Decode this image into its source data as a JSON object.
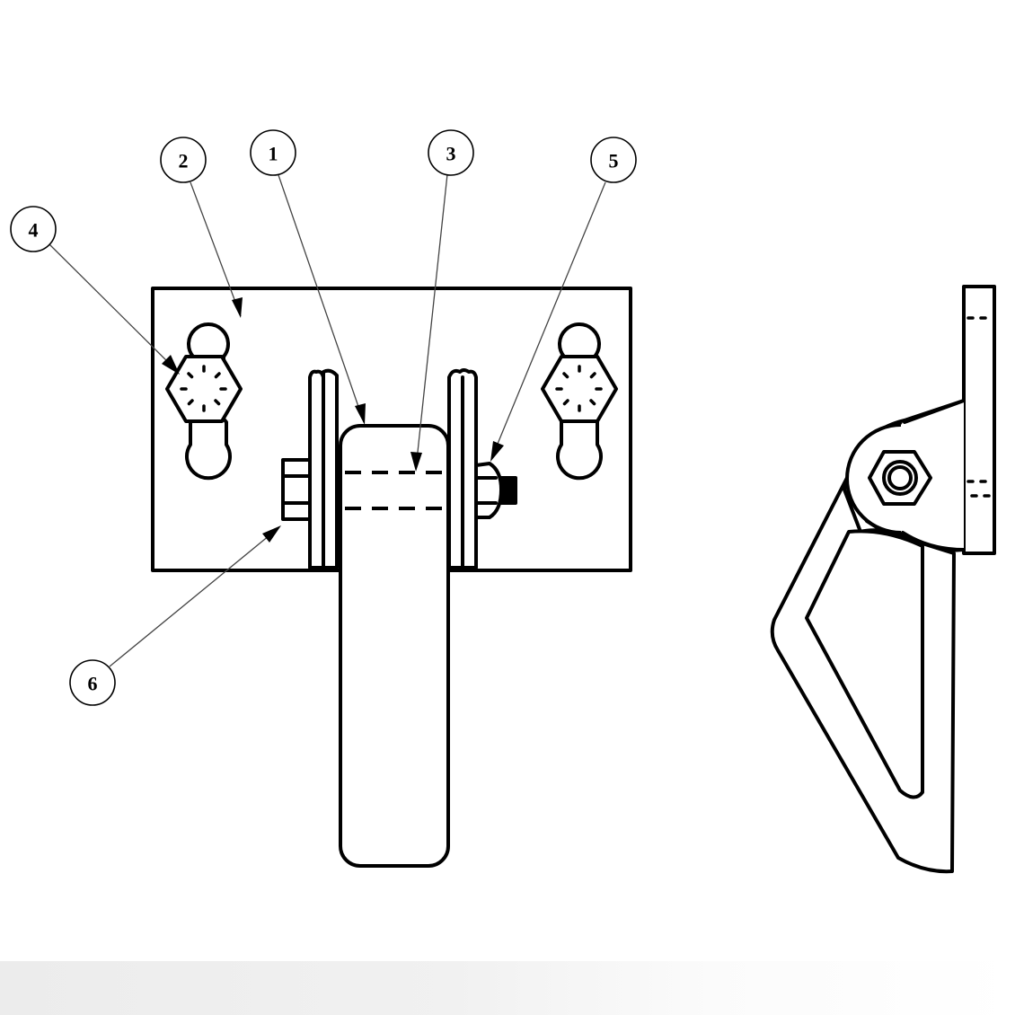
{
  "callouts": [
    {
      "id": "c1",
      "label": "1"
    },
    {
      "id": "c2",
      "label": "2"
    },
    {
      "id": "c3",
      "label": "3"
    },
    {
      "id": "c4",
      "label": "4"
    },
    {
      "id": "c5",
      "label": "5"
    },
    {
      "id": "c6",
      "label": "6"
    }
  ],
  "colors": {
    "line": "#000000",
    "leader": "#444444",
    "background": "#ffffff"
  }
}
